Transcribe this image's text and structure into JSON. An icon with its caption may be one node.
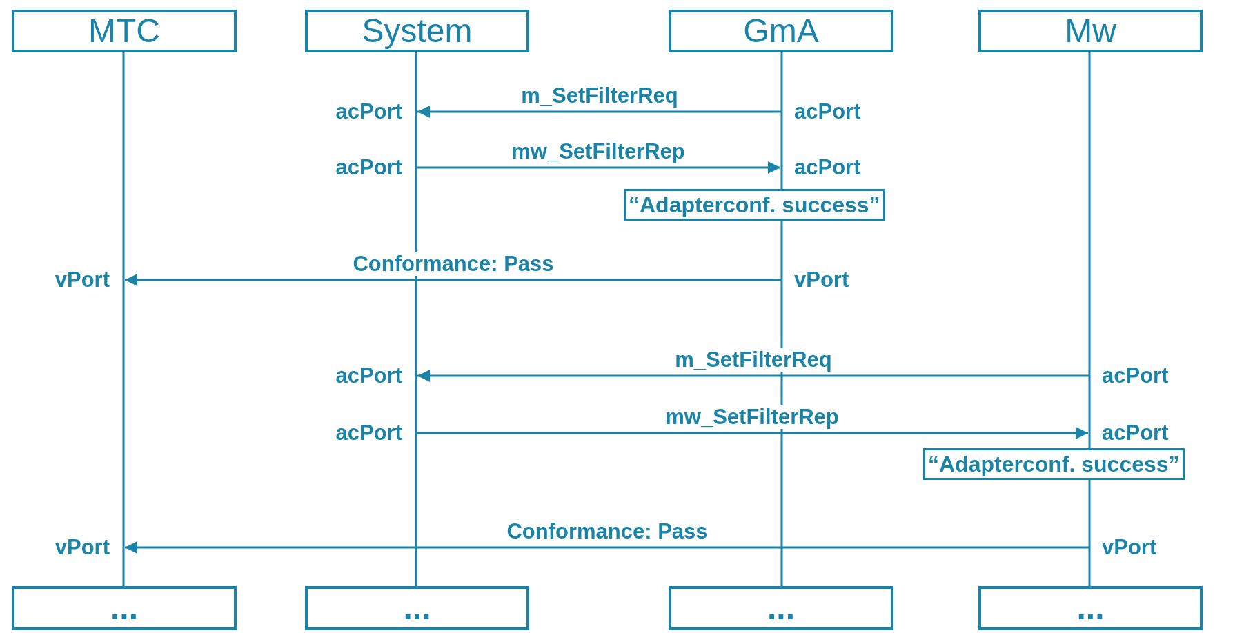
{
  "diagram": {
    "nodes": [
      {
        "text": [
          "MTC"
        ]
      },
      {
        "text": [
          "System"
        ]
      },
      {
        "text": [
          "GmA"
        ]
      },
      {
        "text": [
          "Mw"
        ]
      },
      {
        "text": [
          "acPort"
        ]
      },
      {
        "text": [
          "acPort"
        ]
      },
      {
        "text": [
          "acPort"
        ]
      },
      {
        "text": [
          "acPort"
        ]
      },
      {
        "text": [
          "“Adapterconf. success”"
        ]
      },
      {
        "text": [
          "vPort"
        ]
      },
      {
        "text": [
          "vPort"
        ]
      },
      {
        "text": [
          "acPort"
        ]
      },
      {
        "text": [
          "acPort"
        ]
      },
      {
        "text": [
          "acPort"
        ]
      },
      {
        "text": [
          "acPort"
        ]
      },
      {
        "text": [
          "“Adapterconf. success”"
        ]
      },
      {
        "text": [
          "vPort"
        ]
      },
      {
        "text": [
          "vPort"
        ]
      },
      {
        "text": [
          "..."
        ]
      },
      {
        "text": [
          "..."
        ]
      },
      {
        "text": [
          "..."
        ]
      },
      {
        "text": [
          "..."
        ]
      }
    ],
    "edges": [
      {
        "from": 0,
        "to": 18,
        "arrow": "none"
      },
      {
        "from": 1,
        "to": 19,
        "arrow": "none"
      },
      {
        "from": 2,
        "to": 8,
        "arrow": "none"
      },
      {
        "from": 8,
        "to": 20,
        "arrow": "none"
      },
      {
        "from": 3,
        "to": 15,
        "arrow": "none"
      },
      {
        "from": 15,
        "to": 21,
        "arrow": "none"
      },
      {
        "from": 5,
        "to": 4,
        "arrow": "to",
        "label": "m_SetFilterReq"
      },
      {
        "from": 6,
        "to": 7,
        "arrow": "to",
        "label": "mw_SetFilterRep"
      },
      {
        "from": 10,
        "to": 9,
        "arrow": "to",
        "label": "Conformance: Pass"
      },
      {
        "from": 12,
        "to": 11,
        "arrow": "to",
        "label": "m_SetFilterReq"
      },
      {
        "from": 13,
        "to": 14,
        "arrow": "to",
        "label": "mw_SetFilterRep"
      },
      {
        "from": 17,
        "to": 16,
        "arrow": "to",
        "label": "Conformance: Pass"
      }
    ]
  }
}
